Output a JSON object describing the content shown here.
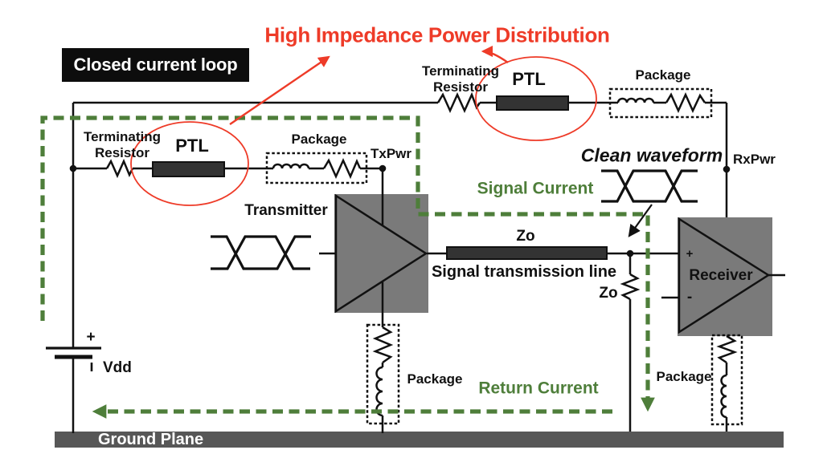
{
  "colors": {
    "red": "#ee3b28",
    "green": "#4e7e3a",
    "ink": "#111111",
    "box_gray": "#7a7a7a",
    "bar_dark": "#333333",
    "ground_gray": "#575757",
    "badge_bg": "#0d0d0d"
  },
  "diagram": {
    "title": "High Impedance Power Distribution",
    "loop_badge": "Closed current loop",
    "power_path_left": {
      "terminating_resistor": "Terminating\nResistor",
      "ptl": "PTL",
      "package": "Package",
      "node": "TxPwr"
    },
    "power_path_right": {
      "terminating_resistor": "Terminating\nResistor",
      "ptl": "PTL",
      "package": "Package",
      "node": "RxPwr"
    },
    "transmitter": {
      "label": "Transmitter",
      "package": "Package"
    },
    "receiver": {
      "label": "Receiver",
      "plus_input": "+",
      "minus_input": "-",
      "package": "Package"
    },
    "signal_line": {
      "impedance": "Zo",
      "label": "Signal transmission line",
      "termination": "Zo"
    },
    "battery": {
      "plus": "+",
      "label": "Vdd"
    },
    "ground": {
      "label": "Ground Plane"
    },
    "annotations": {
      "signal_current": "Signal Current",
      "return_current": "Return Current",
      "clean_waveform": "Clean waveform"
    }
  }
}
